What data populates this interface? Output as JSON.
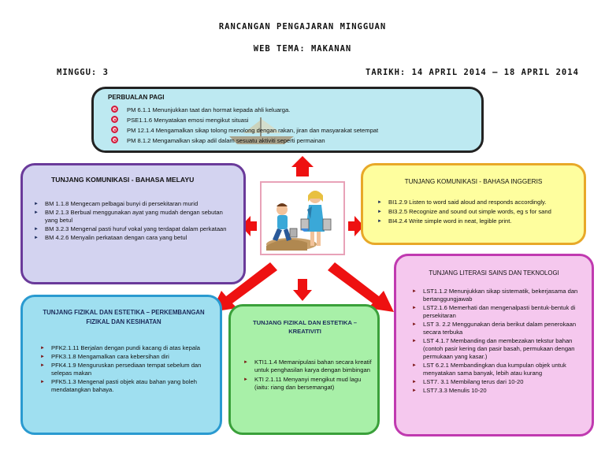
{
  "header": {
    "title": "RANCANGAN PENGAJARAN MINGGUAN",
    "theme": "WEB TEMA: MAKANAN",
    "week": "MINGGU: 3",
    "date": "TARIKH: 14 APRIL 2014 – 18 APRIL 2014"
  },
  "perbualan": {
    "title": "PERBUALAN PAGI",
    "items": [
      "PM 6.1.1 Menunjukkan taat dan hormat kepada ahli keluarga.",
      "PSE1.1.6 Menyatakan emosi mengikut situasi",
      "PM 12.1.4 Mengamalkan sikap tolong menolong dengan rakan, jiran dan masyarakat setempat",
      "PM 8.1.2 Mengamalkan sikap adil dalam sesuatu aktiviti seperti permainan"
    ]
  },
  "melayu": {
    "title": "TUNJANG KOMUNIKASI - BAHASA MELAYU",
    "items": [
      "BM 1.1.8 Mengecam pelbagai bunyi di persekitaran murid",
      "BM 2.1.3 Berbual menggunakan ayat yang mudah dengan sebutan yang betul",
      "BM 3.2.3 Mengenal pasti huruf vokal yang terdapat dalam perkataan",
      "BM 4.2.6 Menyalin perkataan dengan cara yang betul"
    ]
  },
  "inggeris": {
    "title": "TUNJANG KOMUNIKASI - BAHASA INGGERIS",
    "items": [
      "BI1.2.9 Listen to word said aloud and responds accordingly.",
      "BI3.2.5 Recognize and sound out simple words, eg s for sand",
      "BI4.2.4 Write simple word in neat, legible print."
    ]
  },
  "fizikal": {
    "title": "TUNJANG FIZIKAL DAN ESTETIKA – PERKEMBANGAN FIZIKAL DAN KESIHATAN",
    "items": [
      "PFK2.1.11 Berjalan dengan pundi kacang di atas kepala",
      "PFK3.1.8 Mengamalkan cara kebersihan diri",
      "PFK4.1.9 Menguruskan persediaan tempat sebelum dan selepas makan",
      "PFK5.1.3 Mengenal pasti objek atau bahan yang boleh mendatangkan bahaya."
    ]
  },
  "kreativiti": {
    "title": "TUNJANG FIZIKAL DAN ESTETIKA – KREATIVITI",
    "items": [
      "KTI1.1.4 Memanipulasi bahan secara kreatif untuk penghasilan karya dengan bimbingan",
      "KTI 2.1.11 Menyanyi mengikut mud lagu (iaitu: riang dan bersemangat)"
    ]
  },
  "sains": {
    "title": "TUNJANG LITERASI SAINS DAN TEKNOLOGI",
    "items": [
      "LST1.1.2 Menunjukkan sikap sistematik, bekerjasama dan bertanggungjawab",
      "LST2.1.6 Memerhati dan mengenalpasti bentuk-bentuk di persekitaran",
      "LST 3. 2.2 Menggunakan deria berikut dalam penerokaan secara terbuka",
      "LST 4.1.7 Membanding dan membezakan tekstur bahan (contoh pasir kering dan pasir basah, permukaan dengan permukaan yang kasar.)",
      "LST 6.2.1 Membandingkan dua kumpulan objek untuk menyatakan sama banyak, lebih atau kurang",
      "LST7. 3.1 Membilang terus dari 10-20",
      "LST7.3.3 Menulis 10-20"
    ]
  },
  "colors": {
    "arrow": "#ee1111",
    "pagi_bg": "#bde9f1",
    "melayu_bg": "#d3d3f0",
    "inggeris_bg": "#fefe9e",
    "fizikal_bg": "#9fdff0",
    "kreativiti_bg": "#a8f0a8",
    "sains_bg": "#f5c8ee"
  }
}
